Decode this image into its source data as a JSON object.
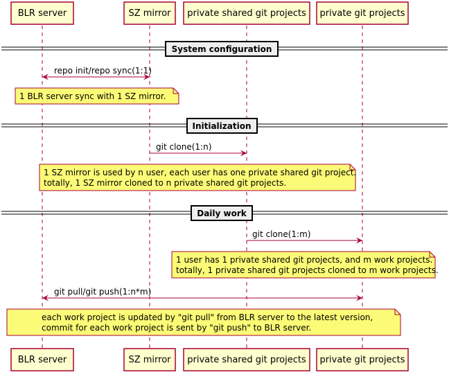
{
  "participants": [
    {
      "id": "blr",
      "label": "BLR server"
    },
    {
      "id": "sz",
      "label": "SZ mirror"
    },
    {
      "id": "psg",
      "label": "private shared git projects"
    },
    {
      "id": "pg",
      "label": "private git projects"
    }
  ],
  "sections": [
    {
      "label": "System configuration"
    },
    {
      "label": "Initialization"
    },
    {
      "label": "Daily work"
    }
  ],
  "messages": [
    {
      "label": "repo init/repo sync(1:1)",
      "from": "blr",
      "to": "sz",
      "bidirectional": true
    },
    {
      "label": "git clone(1:n)",
      "from": "sz",
      "to": "psg",
      "bidirectional": false
    },
    {
      "label": "git clone(1:m)",
      "from": "psg",
      "to": "pg",
      "bidirectional": false
    },
    {
      "label": "git pull/git push(1:n*m)",
      "from": "blr",
      "to": "pg",
      "bidirectional": true
    }
  ],
  "notes": [
    {
      "lines": [
        "1 BLR server sync with 1 SZ mirror."
      ]
    },
    {
      "lines": [
        "1 SZ mirror is used by n user, each user has one private shared git project.",
        "totally, 1 SZ mirror cloned to n private shared git projects."
      ]
    },
    {
      "lines": [
        "1 user has 1 private shared git projects, and m work projects.",
        "totally, 1 private shared git projects cloned to m work projects."
      ]
    },
    {
      "lines": [
        "each work project is updated by \"git pull\" from BLR server to the latest version,",
        "commit for each work project is sent by \"git push\" to BLR server."
      ]
    }
  ],
  "colors": {
    "box_fill": "#FEFECE",
    "box_border": "#A80036",
    "note_fill": "#FBFB77",
    "section_fill": "#EEEEEE"
  }
}
